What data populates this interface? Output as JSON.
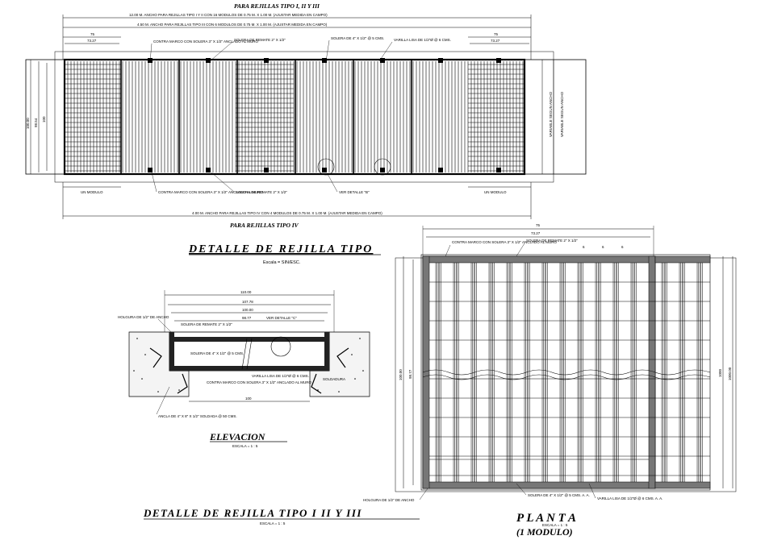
{
  "top": {
    "title_top": "PARA REJILLAS TIPO I, II Y III",
    "dim_line_1": "12.00 M. ANCHO PARA REJILLAS TIPO I Y II CON 16 MODULOS DE 0.75 M. X 1.00 M. (AJUSTAR MEDIDA EN CAMPO)",
    "dim_line_2": "4.50 M. ANCHO PARA REJILLAS TIPO III CON 6 MODULOS DE 0.75 M. X 1.00 M. (AJUSTAR MEDIDA EN CAMPO)",
    "dim_left_1": "75",
    "dim_left_2": "73.27",
    "dim_right_1": "75",
    "dim_right_2": "73.27",
    "label_contra_marco_top": "CONTRA MARCO CON SOLERA 3\" X 1/2\" ANCLADO AL MURO",
    "label_soldadura_top": "SOLERA DE REMATE 2\" X 1/2\"",
    "label_solera_top": "SOLERA DE 4\" X 1/2\" @ 5 CMS.",
    "label_varilla_top": "VARILLA LISA DE 1/2\"Ø @ 6 CMS.",
    "label_contra_marco_bot": "CONTRA MARCO CON SOLERA 3\" X 1/2\" ANCLADO AL MURO",
    "label_solera_bot": "SOLERA DE REMATE 2\" X 1/2\"",
    "label_ver_detalle": "VER DETALLE \"B\"",
    "label_left_mod": "UN MODULO",
    "label_right_mod": "UN MODULO",
    "dim_bottom": "4.00 M. ANCHO PARA REJILLAS TIPO IV CON 4 MODULOS DE 0.75 M. X 1.00 M. (AJUSTAR MEDIDA EN CAMPO)",
    "title_bottom": "PARA REJILLAS TIPO IV",
    "side_left_1": "100.00",
    "side_left_2": "98.54",
    "side_left_3": "100",
    "side_right_1": "VARIABLE SEGUN ANCHO",
    "side_right_2": "VARIABLE SEGUN ANCHO"
  },
  "detail_title": "DETALLE DE REJILLA TIPO",
  "detail_scale": "Escala = SIN/ESC.",
  "elevacion": {
    "dim_1": "110.00",
    "dim_2": "107.78",
    "dim_3": "100.00",
    "dim_4": "98.77",
    "label_holgura": "HOLGURA DE 1/2\" DE ANCHO",
    "label_solera_remate": "SOLERA DE REMATE 2\" X 1/2\"",
    "label_ver_detalle": "VER DETALLE \"C\"",
    "label_solera_45": "SOLERA DE 4\" X 1/2\" @ 5 CMS.",
    "label_varilla": "VARILLA LISA DE 1/2\"Ø @ 6 CMS.",
    "label_contra_marco": "CONTRA MARCO CON SOLERA 3\" X 1/2\" ANCLADO AL MURO",
    "label_soldadura": "SOLDADURA",
    "label_ancla": "ANCLA DE 4\" X 8\" X 1/2\" SOLDADA @ 50 CMS.",
    "dim_bottom": "100",
    "title": "ELEVACION",
    "scale": "ESCALA = 1 : 5"
  },
  "bottom_title": "DETALLE DE REJILLA TIPO I II Y III",
  "bottom_scale": "ESCALA = 1 : 5",
  "planta": {
    "dim_top_1": "75",
    "dim_top_2": "73.27",
    "label_contra_marco": "CONTRA MARCO CON SOLERA 3\" X 1/2\" ANCLADO AL MURO",
    "label_solera_remate": "SOLERA DE REMATE 2\" X 1/2\"",
    "spacing": [
      "6",
      "6",
      "6"
    ],
    "label_holgura": "HOLGURA DE 1/2\" DE ANCHO",
    "label_solera_bottom": "SOLERA DE 4\" X 1/2\" @ 5 CMS. A. A.",
    "label_varilla_bottom": "VARILLA LISA DE 1/2\"Ø @ 6 CMS. A. A.",
    "side_left_1": "100.00",
    "side_left_2": "98.77",
    "side_right_1": "1000",
    "side_right_2": "1000.00",
    "title": "P L A N T A",
    "scale": "ESCALA = 1 : 5",
    "subtitle": "(1 MODULO)"
  }
}
